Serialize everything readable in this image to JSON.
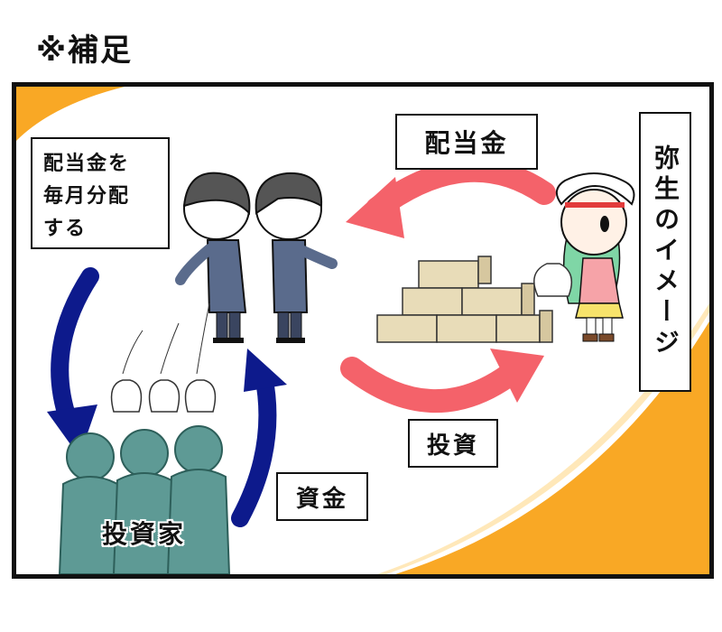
{
  "header": {
    "title": "※補足"
  },
  "labels": {
    "dividend": "配当金",
    "monthly_note": [
      "配当金を",
      "毎月分配",
      "する"
    ],
    "investment": "投資",
    "funds": "資金",
    "investors": "投資家",
    "image_caption": "弥生のイメージ"
  },
  "colors": {
    "border": "#111111",
    "accent_orange": "#f9a825",
    "arrow_red": "#f4626a",
    "arrow_blue": "#0d1a8c",
    "investor_teal": "#5e9a95",
    "box_tan": "#e8dcb8"
  }
}
